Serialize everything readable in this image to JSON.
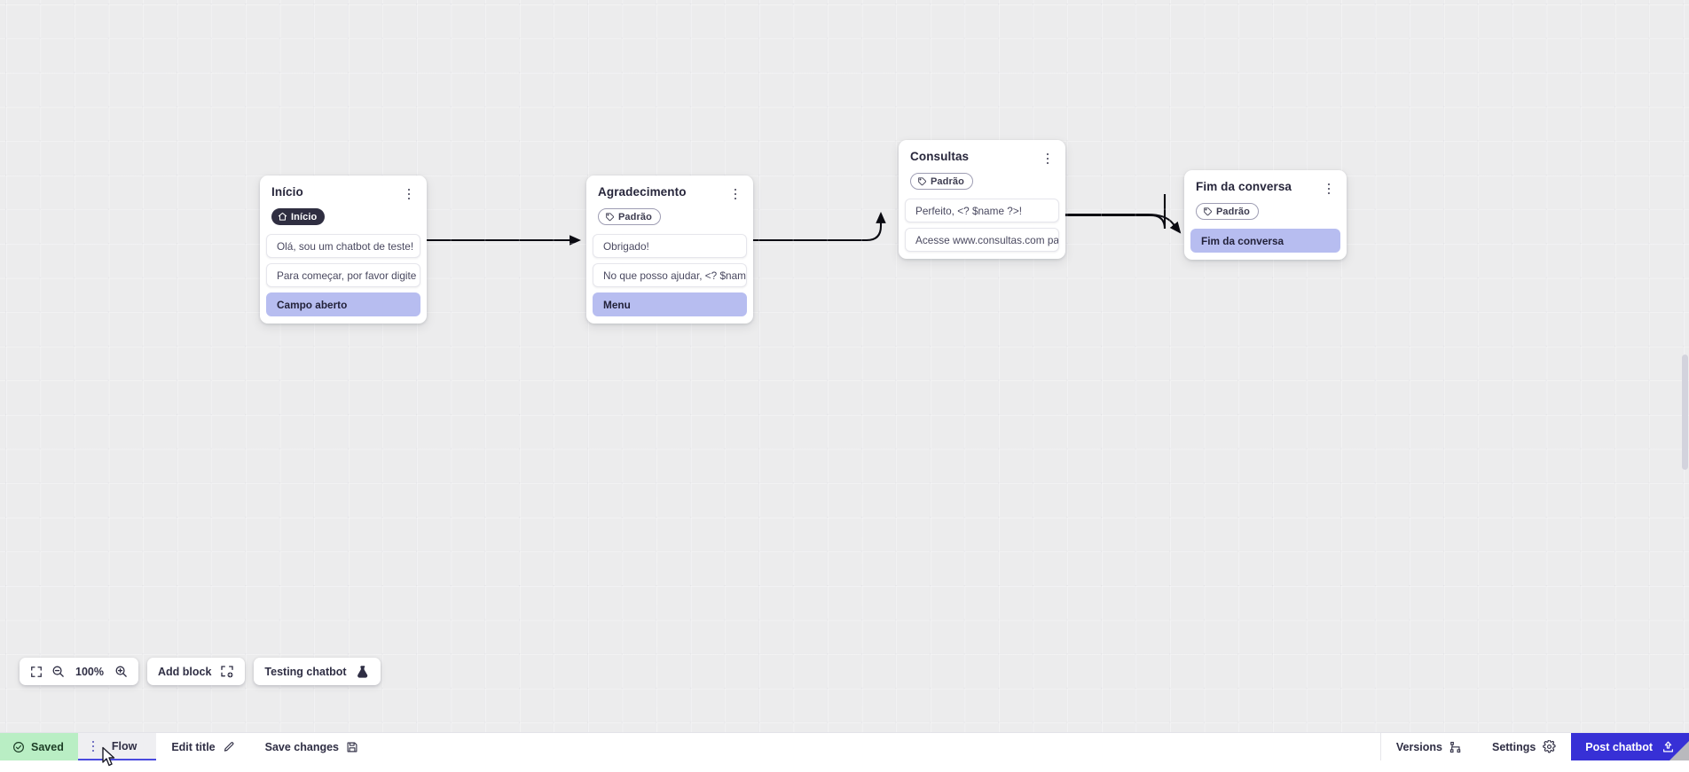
{
  "canvas": {
    "zoom_label": "100%",
    "nodes": [
      {
        "id": "inicio",
        "title": "Início",
        "tag": {
          "label": "Início",
          "style": "home",
          "icon": "home-icon"
        },
        "rows": [
          {
            "text": "Olá, sou um chatbot de teste!",
            "accent": false
          },
          {
            "text": "Para começar, por favor digite o ...",
            "accent": false
          },
          {
            "text": "Campo aberto",
            "accent": true
          }
        ]
      },
      {
        "id": "agradecimento",
        "title": "Agradecimento",
        "tag": {
          "label": "Padrão",
          "style": "padrao",
          "icon": "tag-icon"
        },
        "rows": [
          {
            "text": "Obrigado!",
            "accent": false
          },
          {
            "text": "No que posso ajudar, <? $name ...",
            "accent": false
          },
          {
            "text": "Menu",
            "accent": true
          }
        ]
      },
      {
        "id": "consultas",
        "title": "Consultas",
        "tag": {
          "label": "Padrão",
          "style": "padrao",
          "icon": "tag-icon"
        },
        "rows": [
          {
            "text": "Perfeito, <? $name ?>!",
            "accent": false
          },
          {
            "text": "Acesse www.consultas.com par...",
            "accent": false
          }
        ]
      },
      {
        "id": "fim",
        "title": "Fim da conversa",
        "tag": {
          "label": "Padrão",
          "style": "padrao",
          "icon": "tag-icon"
        },
        "rows": [
          {
            "text": "Fim da conversa",
            "accent": true
          }
        ]
      }
    ]
  },
  "toolbar": {
    "fit_icon": "fit-screen-icon",
    "zoom_out_icon": "zoom-out-icon",
    "zoom_in_icon": "zoom-in-icon",
    "zoom_label": "100%",
    "add_block_label": "Add block",
    "add_block_icon": "add-block-icon",
    "testing_label": "Testing chatbot",
    "testing_icon": "flask-icon"
  },
  "bottom_bar": {
    "saved_label": "Saved",
    "saved_icon": "check-circle-icon",
    "flow_label": "Flow",
    "flow_kebab_icon": "kebab-icon",
    "edit_title_label": "Edit title",
    "edit_title_icon": "pencil-icon",
    "save_changes_label": "Save changes",
    "save_changes_icon": "floppy-disk-icon",
    "versions_label": "Versions",
    "versions_icon": "branch-icon",
    "settings_label": "Settings",
    "settings_icon": "gear-icon",
    "post_label": "Post chatbot",
    "post_icon": "upload-icon"
  },
  "colors": {
    "accent_row": "#b7bdf0",
    "saved_bg": "#b9eec4",
    "post_bg": "#3730d6",
    "tab_underline": "#4a4ade",
    "canvas_bg": "#ececed"
  }
}
